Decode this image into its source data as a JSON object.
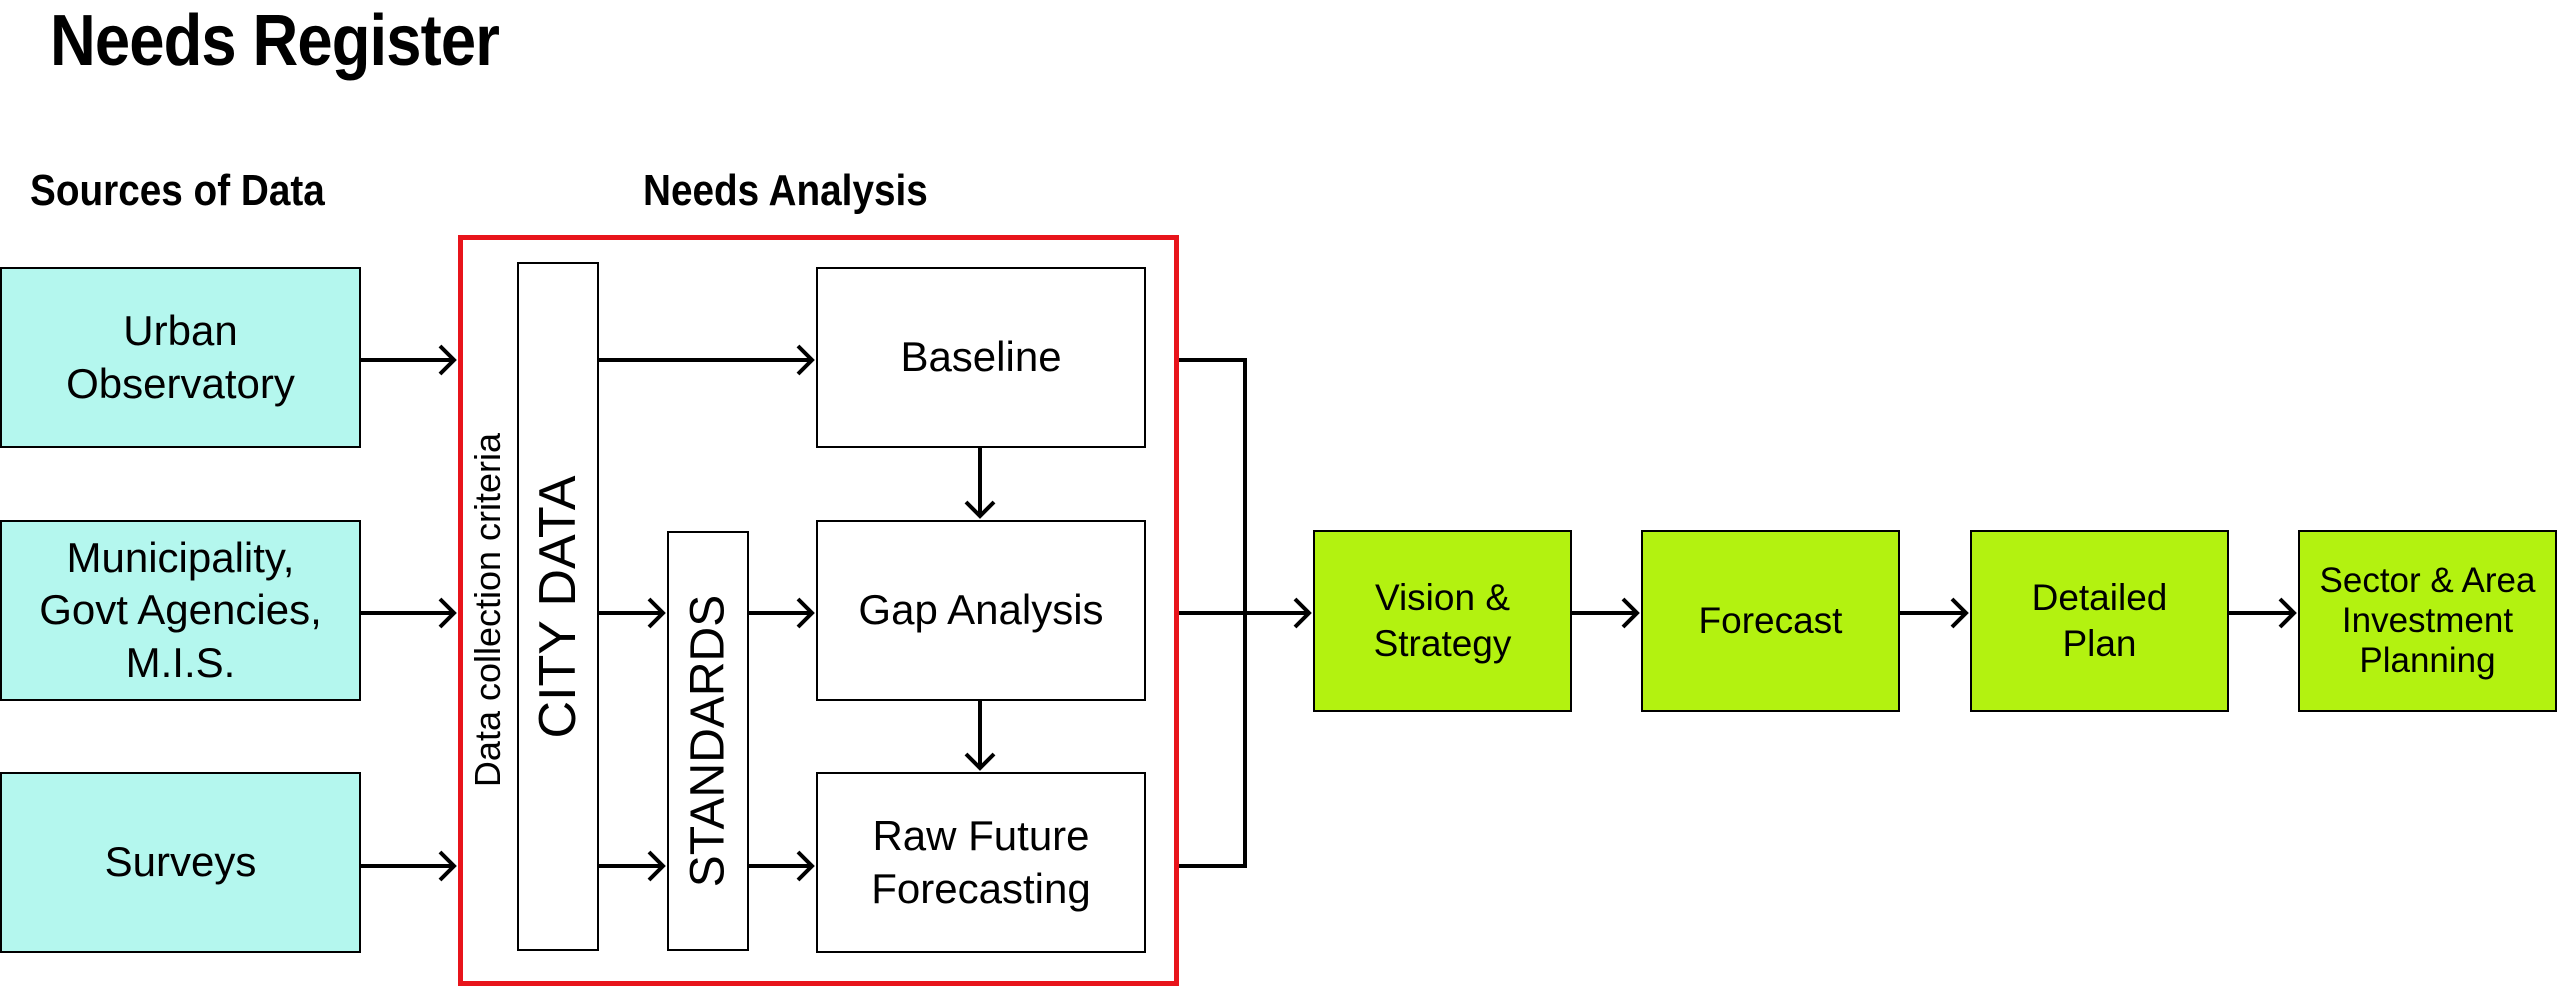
{
  "title": "Needs Register",
  "sections": {
    "sources": "Sources of Data",
    "analysis": "Needs Analysis"
  },
  "sources": [
    "Urban\nObservatory",
    "Municipality,\nGovt Agencies,\nM.I.S.",
    "Surveys"
  ],
  "side_labels": {
    "criteria": "Data collection criteria",
    "city_data": "CITY DATA",
    "standards": "STANDARDS"
  },
  "analysis_boxes": {
    "baseline": "Baseline",
    "gap": "Gap Analysis",
    "raw": "Raw Future\nForecasting"
  },
  "steps": [
    "Vision &\nStrategy",
    "Forecast",
    "Detailed\nPlan",
    "Sector & Area\nInvestment\nPlanning"
  ],
  "colors": {
    "source_fill": "#b4f7ee",
    "step_fill": "#b3f210",
    "frame": "#e8141b"
  }
}
